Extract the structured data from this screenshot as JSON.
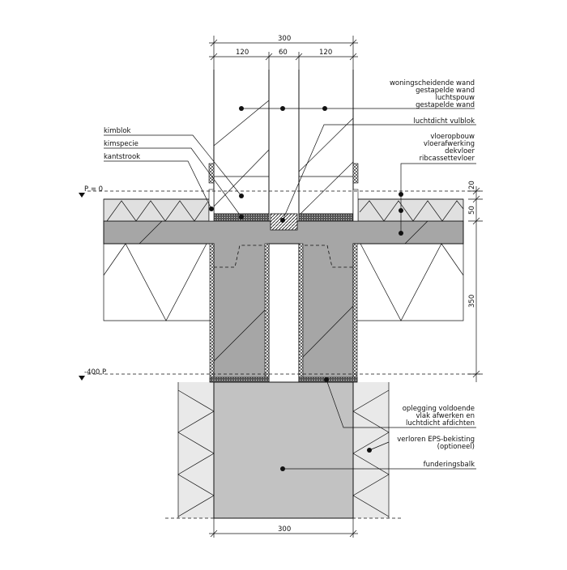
{
  "dimensions": {
    "top_total": "300",
    "top_left": "120",
    "top_mid": "60",
    "top_right": "120",
    "right_20": "20",
    "right_50": "50",
    "right_350": "350",
    "bottom_total": "300"
  },
  "levels": {
    "top": "P = 0",
    "bottom": "-400 P"
  },
  "labels_right_top": {
    "wall1": "woningscheidende wand",
    "wall2": "gestapelde wand",
    "wall3": "luchtspouw",
    "wall4": "gestapelde wand",
    "vulblok": "luchtdicht vulblok",
    "floor1": "vloeropbouw",
    "floor2": "vloerafwerking",
    "floor3": "dekvloer",
    "floor4": "ribcassettevloer"
  },
  "labels_left": {
    "kimblok": "kimblok",
    "kimspecie": "kimspecie",
    "kantstrook": "kantstrook"
  },
  "labels_right_bottom": {
    "opl1": "oplegging voldoende",
    "opl2": "vlak afwerken en",
    "opl3": "luchtdicht afdichten",
    "eps1": "verloren EPS-bekisting",
    "eps2": "(optioneel)",
    "balk": "funderingsbalk"
  },
  "colors": {
    "slab": "#a6a6a6",
    "beam": "#c2c2c2",
    "screed": "#e0e0e0",
    "eps": "#e9e9e9"
  }
}
